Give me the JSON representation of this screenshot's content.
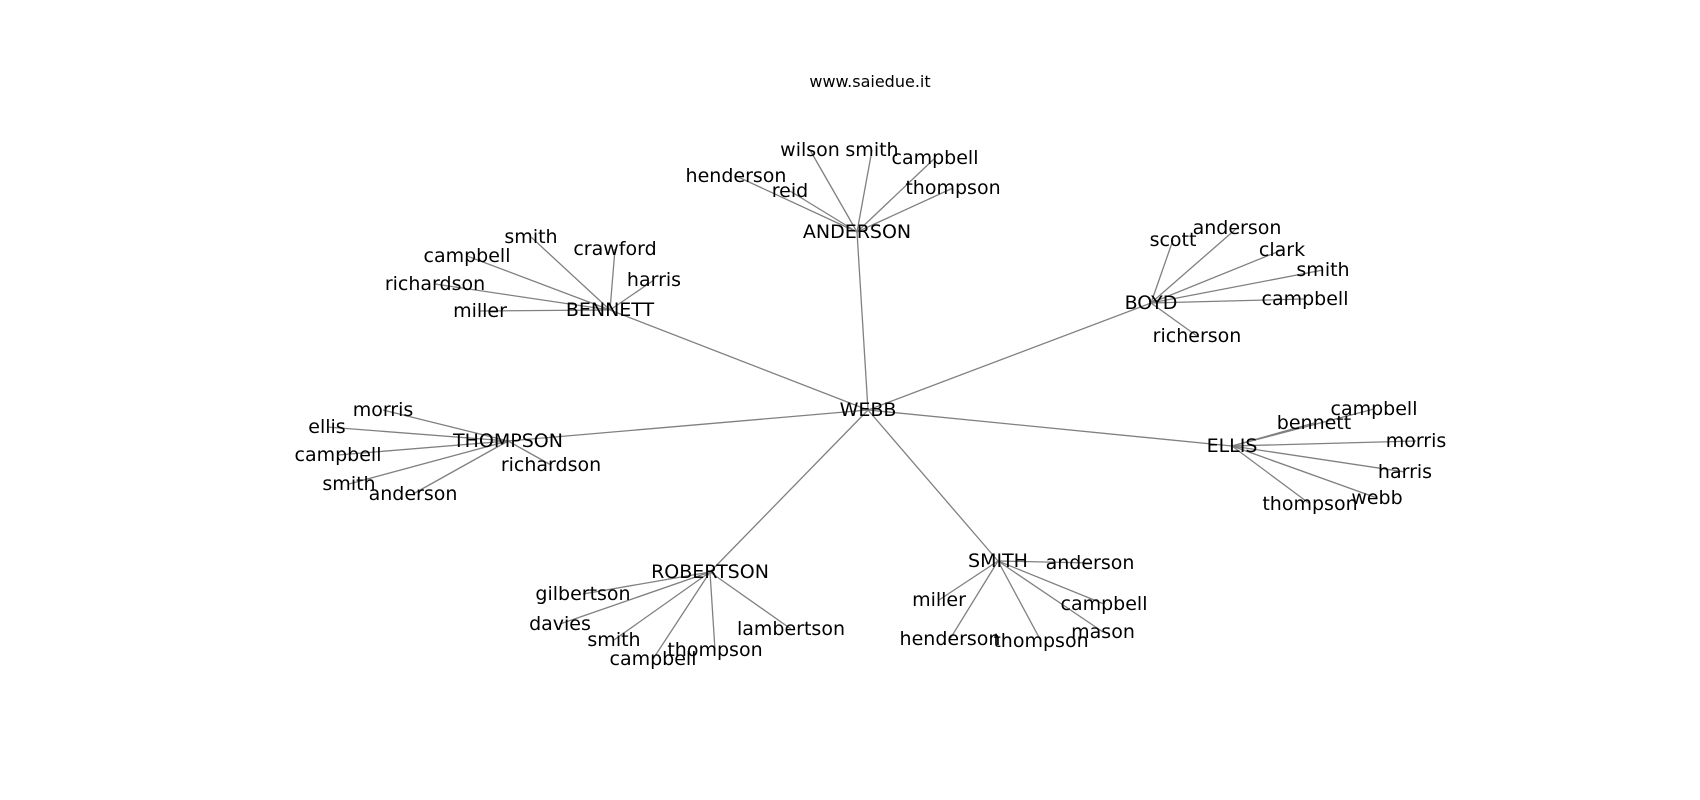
{
  "header": {
    "site": "www.saiedue.it"
  },
  "graph": {
    "root": "WEBB",
    "hubs": [
      {
        "name": "ANDERSON",
        "leaves": [
          "wilson",
          "smith",
          "campbell",
          "henderson",
          "reid",
          "thompson"
        ]
      },
      {
        "name": "BENNETT",
        "leaves": [
          "smith",
          "crawford",
          "campbell",
          "harris",
          "richardson",
          "miller"
        ]
      },
      {
        "name": "BOYD",
        "leaves": [
          "scott",
          "anderson",
          "clark",
          "smith",
          "campbell",
          "richerson"
        ]
      },
      {
        "name": "THOMPSON",
        "leaves": [
          "morris",
          "ellis",
          "campbell",
          "richardson",
          "smith",
          "anderson"
        ]
      },
      {
        "name": "ELLIS",
        "leaves": [
          "campbell",
          "bennett",
          "morris",
          "harris",
          "webb",
          "thompson"
        ]
      },
      {
        "name": "ROBERTSON",
        "leaves": [
          "gilbertson",
          "davies",
          "lambertson",
          "smith",
          "thompson",
          "campbell"
        ]
      },
      {
        "name": "SMITH",
        "leaves": [
          "anderson",
          "miller",
          "campbell",
          "mason",
          "henderson",
          "thompson"
        ]
      }
    ]
  }
}
